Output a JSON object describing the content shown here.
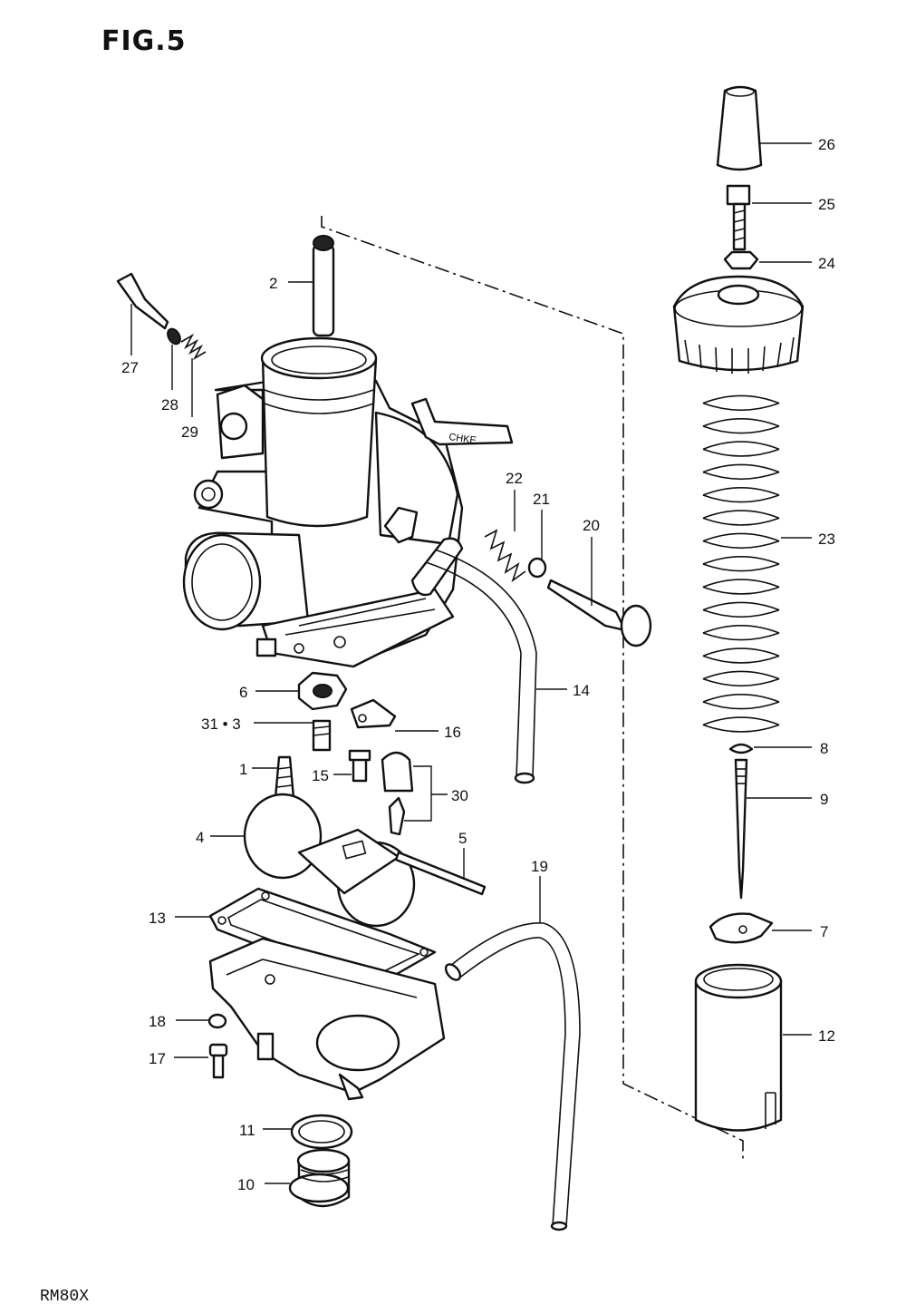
{
  "figure_title": "FIG.5",
  "model_code": "RM80X",
  "parts": [
    {
      "id": "p1",
      "label": "1"
    },
    {
      "id": "p2",
      "label": "2"
    },
    {
      "id": "p31_3",
      "label": "31 • 3"
    },
    {
      "id": "p4",
      "label": "4"
    },
    {
      "id": "p5",
      "label": "5"
    },
    {
      "id": "p6",
      "label": "6"
    },
    {
      "id": "p7",
      "label": "7"
    },
    {
      "id": "p8",
      "label": "8"
    },
    {
      "id": "p9",
      "label": "9"
    },
    {
      "id": "p10",
      "label": "10"
    },
    {
      "id": "p11",
      "label": "11"
    },
    {
      "id": "p12",
      "label": "12"
    },
    {
      "id": "p13",
      "label": "13"
    },
    {
      "id": "p14",
      "label": "14"
    },
    {
      "id": "p15",
      "label": "15"
    },
    {
      "id": "p16",
      "label": "16"
    },
    {
      "id": "p17",
      "label": "17"
    },
    {
      "id": "p18",
      "label": "18"
    },
    {
      "id": "p19",
      "label": "19"
    },
    {
      "id": "p20",
      "label": "20"
    },
    {
      "id": "p21",
      "label": "21"
    },
    {
      "id": "p22",
      "label": "22"
    },
    {
      "id": "p23",
      "label": "23"
    },
    {
      "id": "p24",
      "label": "24"
    },
    {
      "id": "p25",
      "label": "25"
    },
    {
      "id": "p26",
      "label": "26"
    },
    {
      "id": "p27",
      "label": "27"
    },
    {
      "id": "p28",
      "label": "28"
    },
    {
      "id": "p29",
      "label": "29"
    },
    {
      "id": "p30",
      "label": "30"
    }
  ]
}
